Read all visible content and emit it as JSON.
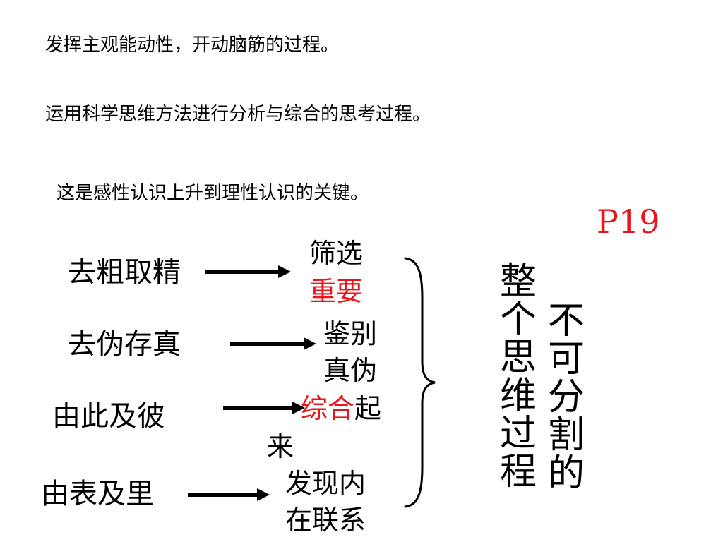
{
  "lines": {
    "line1": "发挥主观能动性，开动脑筋的过程。",
    "line2": "运用科学思维方法进行分析与综合的思考过程。",
    "line3": "这是感性认识上升到理性认识的关键。"
  },
  "page_ref": "P19",
  "rows": [
    {
      "left": "去粗取精",
      "right_a": "筛选",
      "right_b": "重要"
    },
    {
      "left": "去伪存真",
      "right_a": "鉴别",
      "right_b": "真伪"
    },
    {
      "left": "由此及彼",
      "right_red": "综合",
      "right_black": "起",
      "right_c": "来"
    },
    {
      "left": "由表及里",
      "right_a": "发现内",
      "right_b": "在联系"
    }
  ],
  "vertical": {
    "col1": [
      "整",
      "个",
      "思",
      "维",
      "过",
      "程"
    ],
    "col2": [
      "不",
      "可",
      "分",
      "割",
      "的"
    ]
  },
  "colors": {
    "accent_red": "#e8151b"
  }
}
